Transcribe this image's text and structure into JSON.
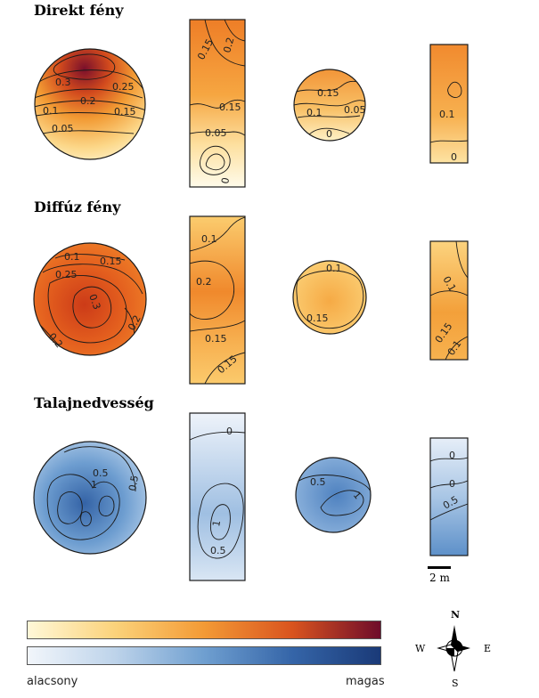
{
  "sections": [
    {
      "title": "Direkt fény",
      "plots": [
        {
          "labels": [
            "0.3",
            "0.25",
            "0.2",
            "0.15",
            "0.1",
            "0.05"
          ]
        },
        {
          "labels": [
            "0.15",
            "0.2",
            "0.15",
            "0.05",
            "0"
          ]
        },
        {
          "labels": [
            "0.15",
            "0.1",
            "0.05",
            "0"
          ]
        },
        {
          "labels": [
            "0.1",
            "0"
          ]
        }
      ]
    },
    {
      "title": "Diffúz fény",
      "plots": [
        {
          "labels": [
            "0.1",
            "0.15",
            "0.25",
            "0.3",
            "0.2",
            "0.2"
          ]
        },
        {
          "labels": [
            "0.1",
            "0.2",
            "0.15",
            "0.15"
          ]
        },
        {
          "labels": [
            "0.1",
            "0.15"
          ]
        },
        {
          "labels": [
            "0.1",
            "0.15",
            "0.1"
          ]
        }
      ]
    },
    {
      "title": "Talajnedvesség",
      "plots": [
        {
          "labels": [
            "0.5",
            "0.5",
            "1"
          ]
        },
        {
          "labels": [
            "0",
            "1",
            "0.5"
          ]
        },
        {
          "labels": [
            "0.5",
            "1"
          ]
        },
        {
          "labels": [
            "0",
            "0",
            "0.5"
          ]
        }
      ]
    }
  ],
  "scale_bar": "2 m",
  "compass": {
    "north": "N",
    "south": "S",
    "west": "W",
    "east": "E"
  },
  "legend": {
    "low": "alacsony",
    "high": "magas"
  },
  "colors": {
    "orange_ramp": [
      "#fff8d8",
      "#fbd27a",
      "#f39a35",
      "#d9541f",
      "#6e0c2a"
    ],
    "blue_ramp": [
      "#f2f6fb",
      "#bdd3ea",
      "#6f9fd0",
      "#3565a8",
      "#1a3a78"
    ],
    "contour": "#1a1a1a"
  }
}
